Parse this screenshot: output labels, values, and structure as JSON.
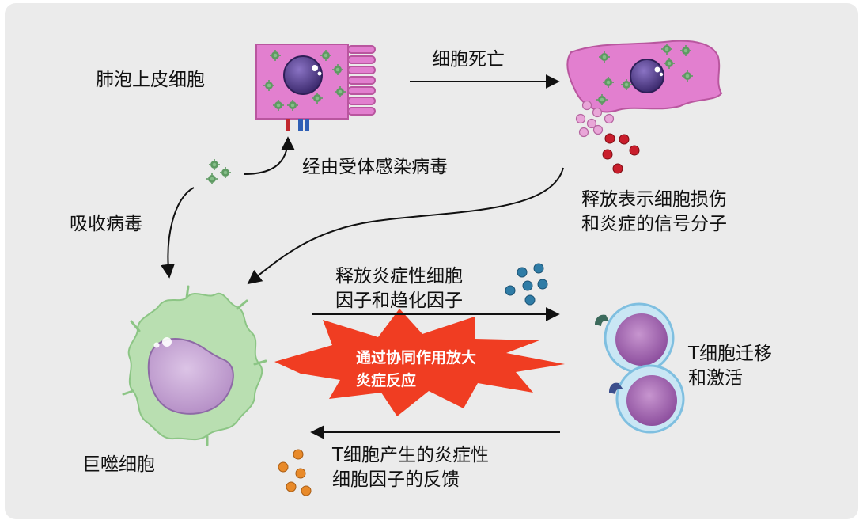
{
  "labels": {
    "alveolar_cell": "肺泡上皮细胞",
    "cell_death": "细胞死亡",
    "receptor_infection": "经由受体感染病毒",
    "absorb_virus": "吸收病毒",
    "damage_signal": [
      "释放表示细胞损伤",
      "和炎症的信号分子"
    ],
    "cytokines": [
      "释放炎症性细胞",
      "因子和趋化因子"
    ],
    "t_cell": [
      "T细胞迁移",
      "和激活"
    ],
    "macrophage": "巨噬细胞",
    "feedback": [
      "T细胞产生的炎症性",
      "细胞因子的反馈"
    ],
    "amplify": [
      "通过协同作用放大",
      "炎症反应"
    ]
  },
  "colors": {
    "panel": "#ebebeb",
    "epithelial": "#e27fcf",
    "nucleus": "#5a3f8e",
    "virus": "#5e9a62",
    "macrophage": "#b9dfb1",
    "t_cell_ring": "#9fd0ea",
    "t_cell_body": "#a46ab2",
    "burst": "#f03d22",
    "cytokine_blue": "#2f7ca6",
    "cytokine_orange": "#e88a2a",
    "signal_red": "#c91e2c",
    "signal_pink": "#e9a6d8"
  }
}
